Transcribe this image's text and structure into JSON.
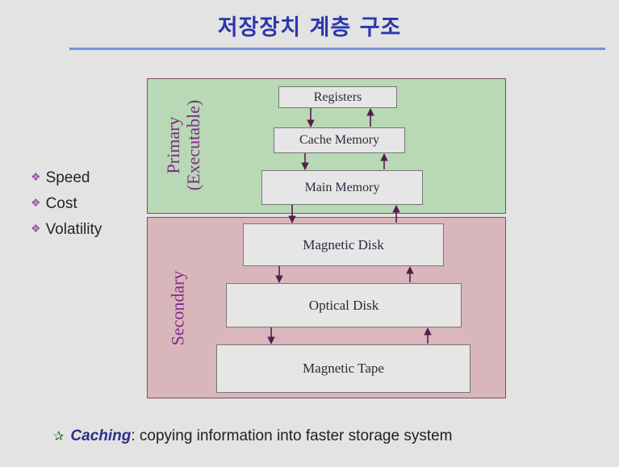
{
  "title": "저장장치 계층 구조",
  "bullets": [
    "Speed",
    "Cost",
    "Volatility"
  ],
  "regions": {
    "primary": {
      "line1": "Primary",
      "line2": "(Executable)"
    },
    "secondary": {
      "line1": "Secondary"
    }
  },
  "levels": {
    "registers": "Registers",
    "cache": "Cache Memory",
    "main": "Main Memory",
    "magnetic_disk": "Magnetic Disk",
    "optical_disk": "Optical Disk",
    "magnetic_tape": "Magnetic Tape"
  },
  "caption": {
    "term": "Caching",
    "rest": ": copying information into faster storage system"
  },
  "colors": {
    "title": "#2b36b0",
    "primary_fill": "#b8d8b6",
    "secondary_fill": "#d9b6bc",
    "region_label": "#7e2a86",
    "arrow": "#5a1a4e"
  }
}
